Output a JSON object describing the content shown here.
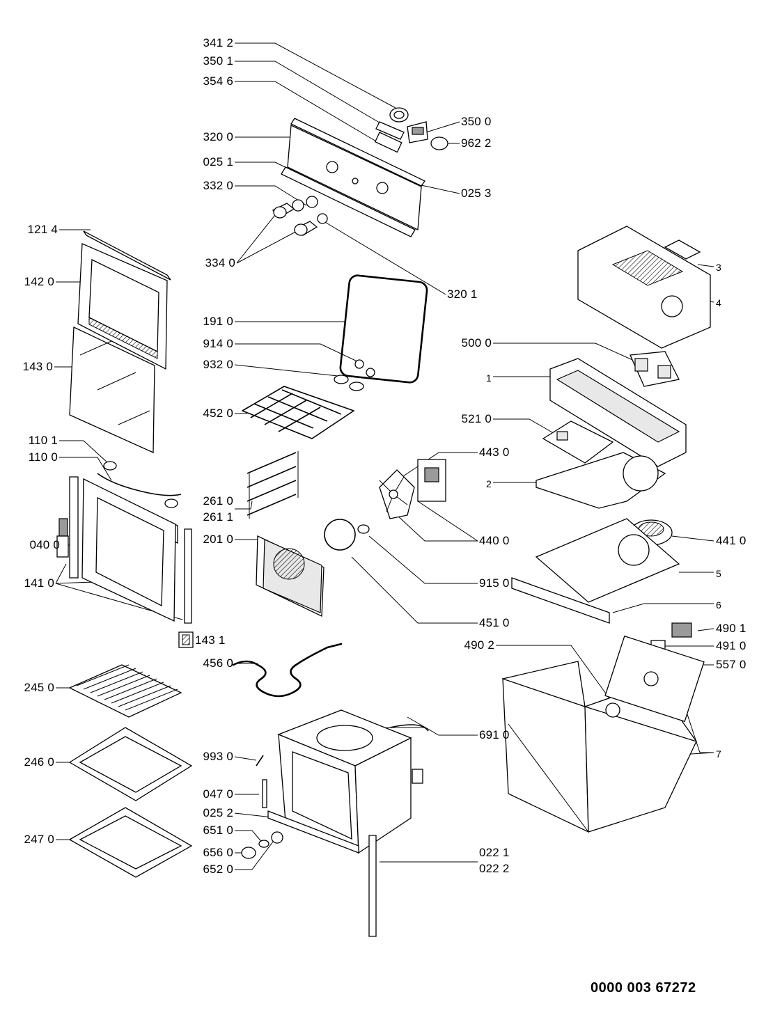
{
  "document_number": "0000 003 67272",
  "labels": [
    {
      "text": "341 2"
    },
    {
      "text": "350 1"
    },
    {
      "text": "354 6"
    },
    {
      "text": "320 0"
    },
    {
      "text": "025 1"
    },
    {
      "text": "332 0"
    },
    {
      "text": "334 0"
    },
    {
      "text": "320 1"
    },
    {
      "text": "350 0"
    },
    {
      "text": "962 2"
    },
    {
      "text": "025 3"
    },
    {
      "text": "121 4"
    },
    {
      "text": "142 0"
    },
    {
      "text": "143 0"
    },
    {
      "text": "191 0"
    },
    {
      "text": "914 0"
    },
    {
      "text": "932 0"
    },
    {
      "text": "452 0"
    },
    {
      "text": "3"
    },
    {
      "text": "4"
    },
    {
      "text": "500 0"
    },
    {
      "text": "1"
    },
    {
      "text": "521 0"
    },
    {
      "text": "443 0"
    },
    {
      "text": "2"
    },
    {
      "text": "441 0"
    },
    {
      "text": "440 0"
    },
    {
      "text": "915 0"
    },
    {
      "text": "5"
    },
    {
      "text": "6"
    },
    {
      "text": "451 0"
    },
    {
      "text": "110 1"
    },
    {
      "text": "110 0"
    },
    {
      "text": "261 0"
    },
    {
      "text": "261 1"
    },
    {
      "text": "040 0"
    },
    {
      "text": "201 0"
    },
    {
      "text": "141 0"
    },
    {
      "text": "143 1"
    },
    {
      "text": "456 0"
    },
    {
      "text": "490 2"
    },
    {
      "text": "490 1"
    },
    {
      "text": "491 0"
    },
    {
      "text": "557 0"
    },
    {
      "text": "245 0"
    },
    {
      "text": "691 0"
    },
    {
      "text": "7"
    },
    {
      "text": "246 0"
    },
    {
      "text": "993 0"
    },
    {
      "text": "047 0"
    },
    {
      "text": "025 2"
    },
    {
      "text": "247 0"
    },
    {
      "text": "651 0"
    },
    {
      "text": "656 0"
    },
    {
      "text": "652 0"
    },
    {
      "text": "022 1"
    },
    {
      "text": "022 2"
    }
  ]
}
